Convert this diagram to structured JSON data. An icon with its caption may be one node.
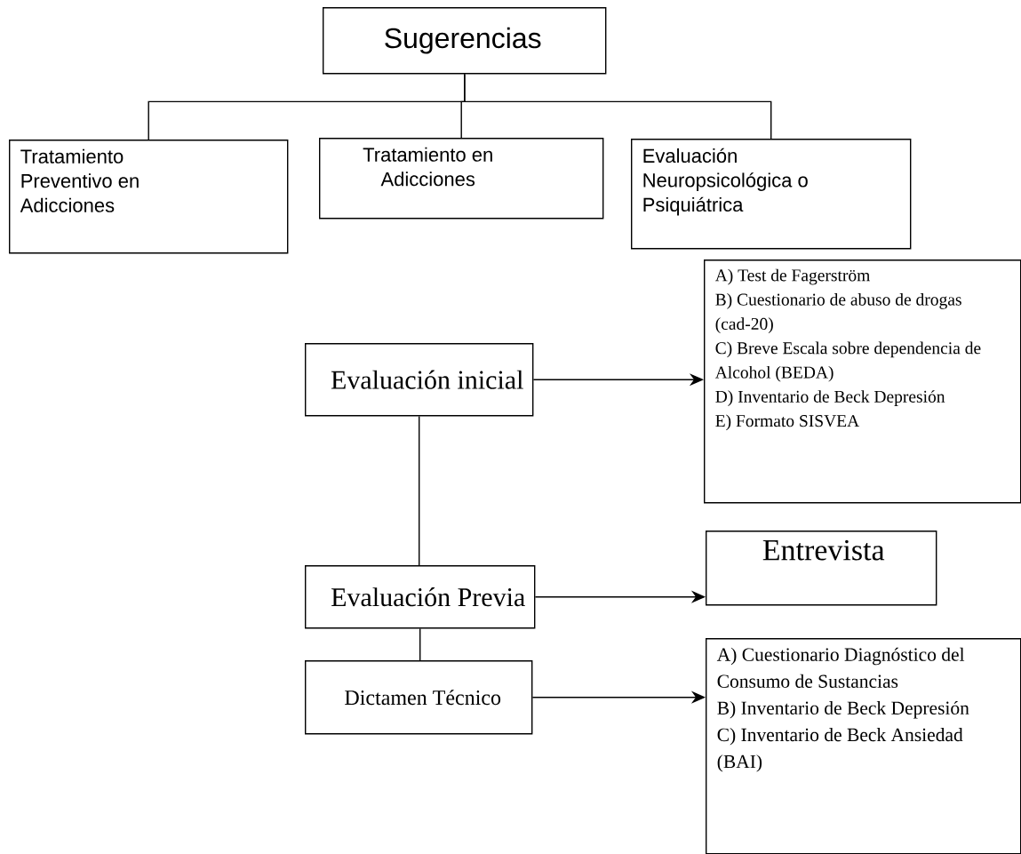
{
  "diagram": {
    "nodes": [
      {
        "text": [
          "Sugerencias"
        ]
      },
      {
        "text": [
          "Tratamiento Preventivo en Adicciones"
        ]
      },
      {
        "text": [
          "Tratamiento en Adicciones"
        ]
      },
      {
        "text": [
          "Evaluación Neuropsicológica o Psiquiátrica"
        ]
      },
      {
        "text": [
          "A) Test de Fagerström",
          "B) Cuestionario de abuso de drogas (cad-20)",
          "C) Breve Escala sobre dependencia de Alcohol (BEDA)",
          "D) Inventario de Beck Depresión",
          "E) Formato SISVEA"
        ]
      },
      {
        "text": [
          "Evaluación inicial"
        ]
      },
      {
        "text": [
          "Evaluación Previa"
        ]
      },
      {
        "text": [
          "Entrevista"
        ]
      },
      {
        "text": [
          "Dictamen Técnico"
        ]
      },
      {
        "text": [
          "A) Cuestionario Diagnóstico del Consumo de Sustancias",
          "B) Inventario de Beck Depresión",
          "C) Inventario de Beck Ansiedad (BAI)"
        ]
      }
    ],
    "edges": [
      {
        "from": 0,
        "to": 1,
        "arrow": "none"
      },
      {
        "from": 0,
        "to": 2,
        "arrow": "none"
      },
      {
        "from": 0,
        "to": 3,
        "arrow": "none"
      },
      {
        "from": 5,
        "to": 4,
        "arrow": "to"
      },
      {
        "from": 5,
        "to": 6,
        "arrow": "none"
      },
      {
        "from": 6,
        "to": 7,
        "arrow": "to"
      },
      {
        "from": 6,
        "to": 8,
        "arrow": "none"
      },
      {
        "from": 8,
        "to": 9,
        "arrow": "to"
      }
    ]
  }
}
